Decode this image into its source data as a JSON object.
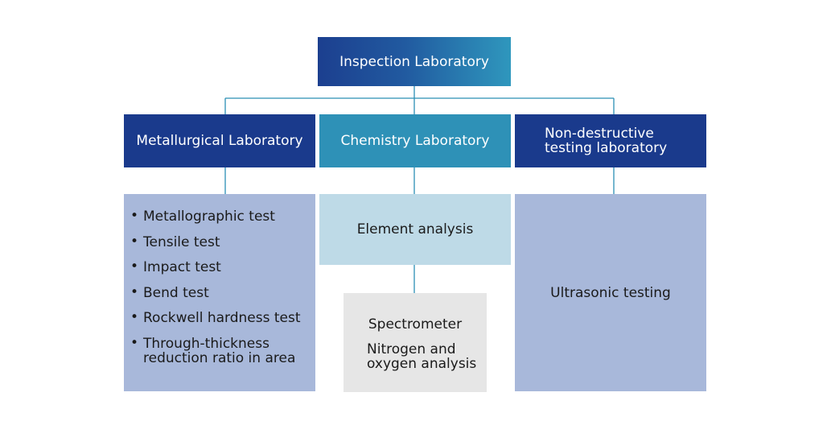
{
  "root": {
    "label": "Inspection Laboratory"
  },
  "departments": {
    "metallurgical": {
      "label": "Metallurgical Laboratory",
      "tests": [
        [
          "Metallographic test"
        ],
        [
          "Tensile test"
        ],
        [
          "Impact test"
        ],
        [
          "Bend test"
        ],
        [
          "Rockwell hardness test"
        ],
        [
          "Through-thickness",
          "reduction ratio in area"
        ]
      ],
      "bullet": "•"
    },
    "chemistry": {
      "label": "Chemistry Laboratory",
      "child": "Element analysis",
      "grandchild": {
        "spectrometer": "Spectrometer",
        "nitrogen_line1": "Nitrogen and",
        "nitrogen_line2": "oxygen analysis"
      }
    },
    "ndt": {
      "label_line1": "Non-destructive",
      "label_line2": "testing laboratory",
      "child": "Ultrasonic testing"
    }
  },
  "colors": {
    "dark_blue": "#1a3a8c",
    "teal": "#2e91b7",
    "light_blue": "#a8b8da",
    "pale_blue": "#bedae7",
    "light_gray": "#e6e6e6",
    "connector": "#2b8fb5"
  }
}
